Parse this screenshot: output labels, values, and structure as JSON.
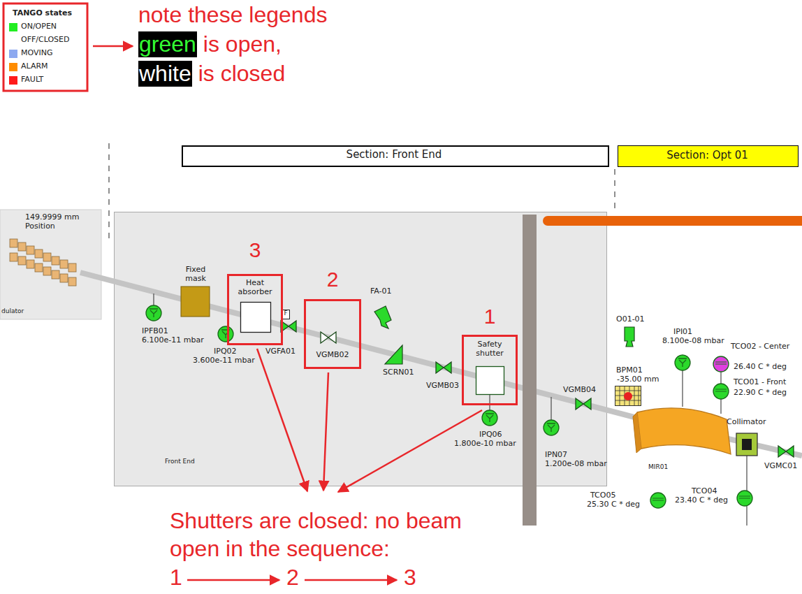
{
  "diagram": {
    "nodes": [
      {
        "text": [
          "Section: Front End"
        ]
      },
      {
        "text": [
          "Section: Opt 01"
        ]
      },
      {
        "text": [
          "149.9999 mm Position",
          "dulator"
        ]
      },
      {
        "text": [
          "Front End"
        ]
      },
      {
        "text": [
          "Fixed mask"
        ],
        "in": 3
      },
      {
        "text": [
          "3",
          "Heat absorber"
        ],
        "in": 3
      },
      {
        "text": [
          "2",
          "VGMB02"
        ],
        "in": 3
      },
      {
        "text": [
          "1",
          "Safety shutter"
        ],
        "in": 3
      },
      {
        "text": [
          "MIR01"
        ]
      },
      {
        "text": [
          "Collimator"
        ]
      }
    ],
    "labels": [
      "TANGO states",
      "note these legends",
      "green",
      "is open,",
      "white",
      "is closed",
      "IPFB01",
      "6.100e-11 mbar",
      "IPQ02",
      "3.600e-11 mbar",
      "F",
      "VGFA01",
      "FA-01",
      "SCRN01",
      "VGMB03",
      "IPQ06",
      "1.800e-10 mbar",
      "IPN07",
      "1.200e-08 mbar",
      "VGMB04",
      "O01-01",
      "BPM01",
      "-35.00 mm",
      "IPI01",
      "8.100e-08 mbar",
      "TCO02 - Center",
      "26.40 C * deg",
      "TCO01 - Front",
      "22.90 C * deg",
      "VGMC01",
      "TCO05",
      "25.30 C * deg",
      "TCO04",
      "23.40 C * deg",
      "Shutters are closed: no beam",
      "open in the sequence:",
      "1",
      "2",
      "3"
    ],
    "legend": [
      {
        "text": "ON/OPEN",
        "color": "#22ee22"
      },
      {
        "text": "OFF/CLOSED",
        "color": "#ffffff"
      },
      {
        "text": "MOVING",
        "color": "#8da9f0"
      },
      {
        "text": "ALARM",
        "color": "#ff8c00"
      },
      {
        "text": "FAULT",
        "color": "#ff1a1a"
      }
    ]
  }
}
